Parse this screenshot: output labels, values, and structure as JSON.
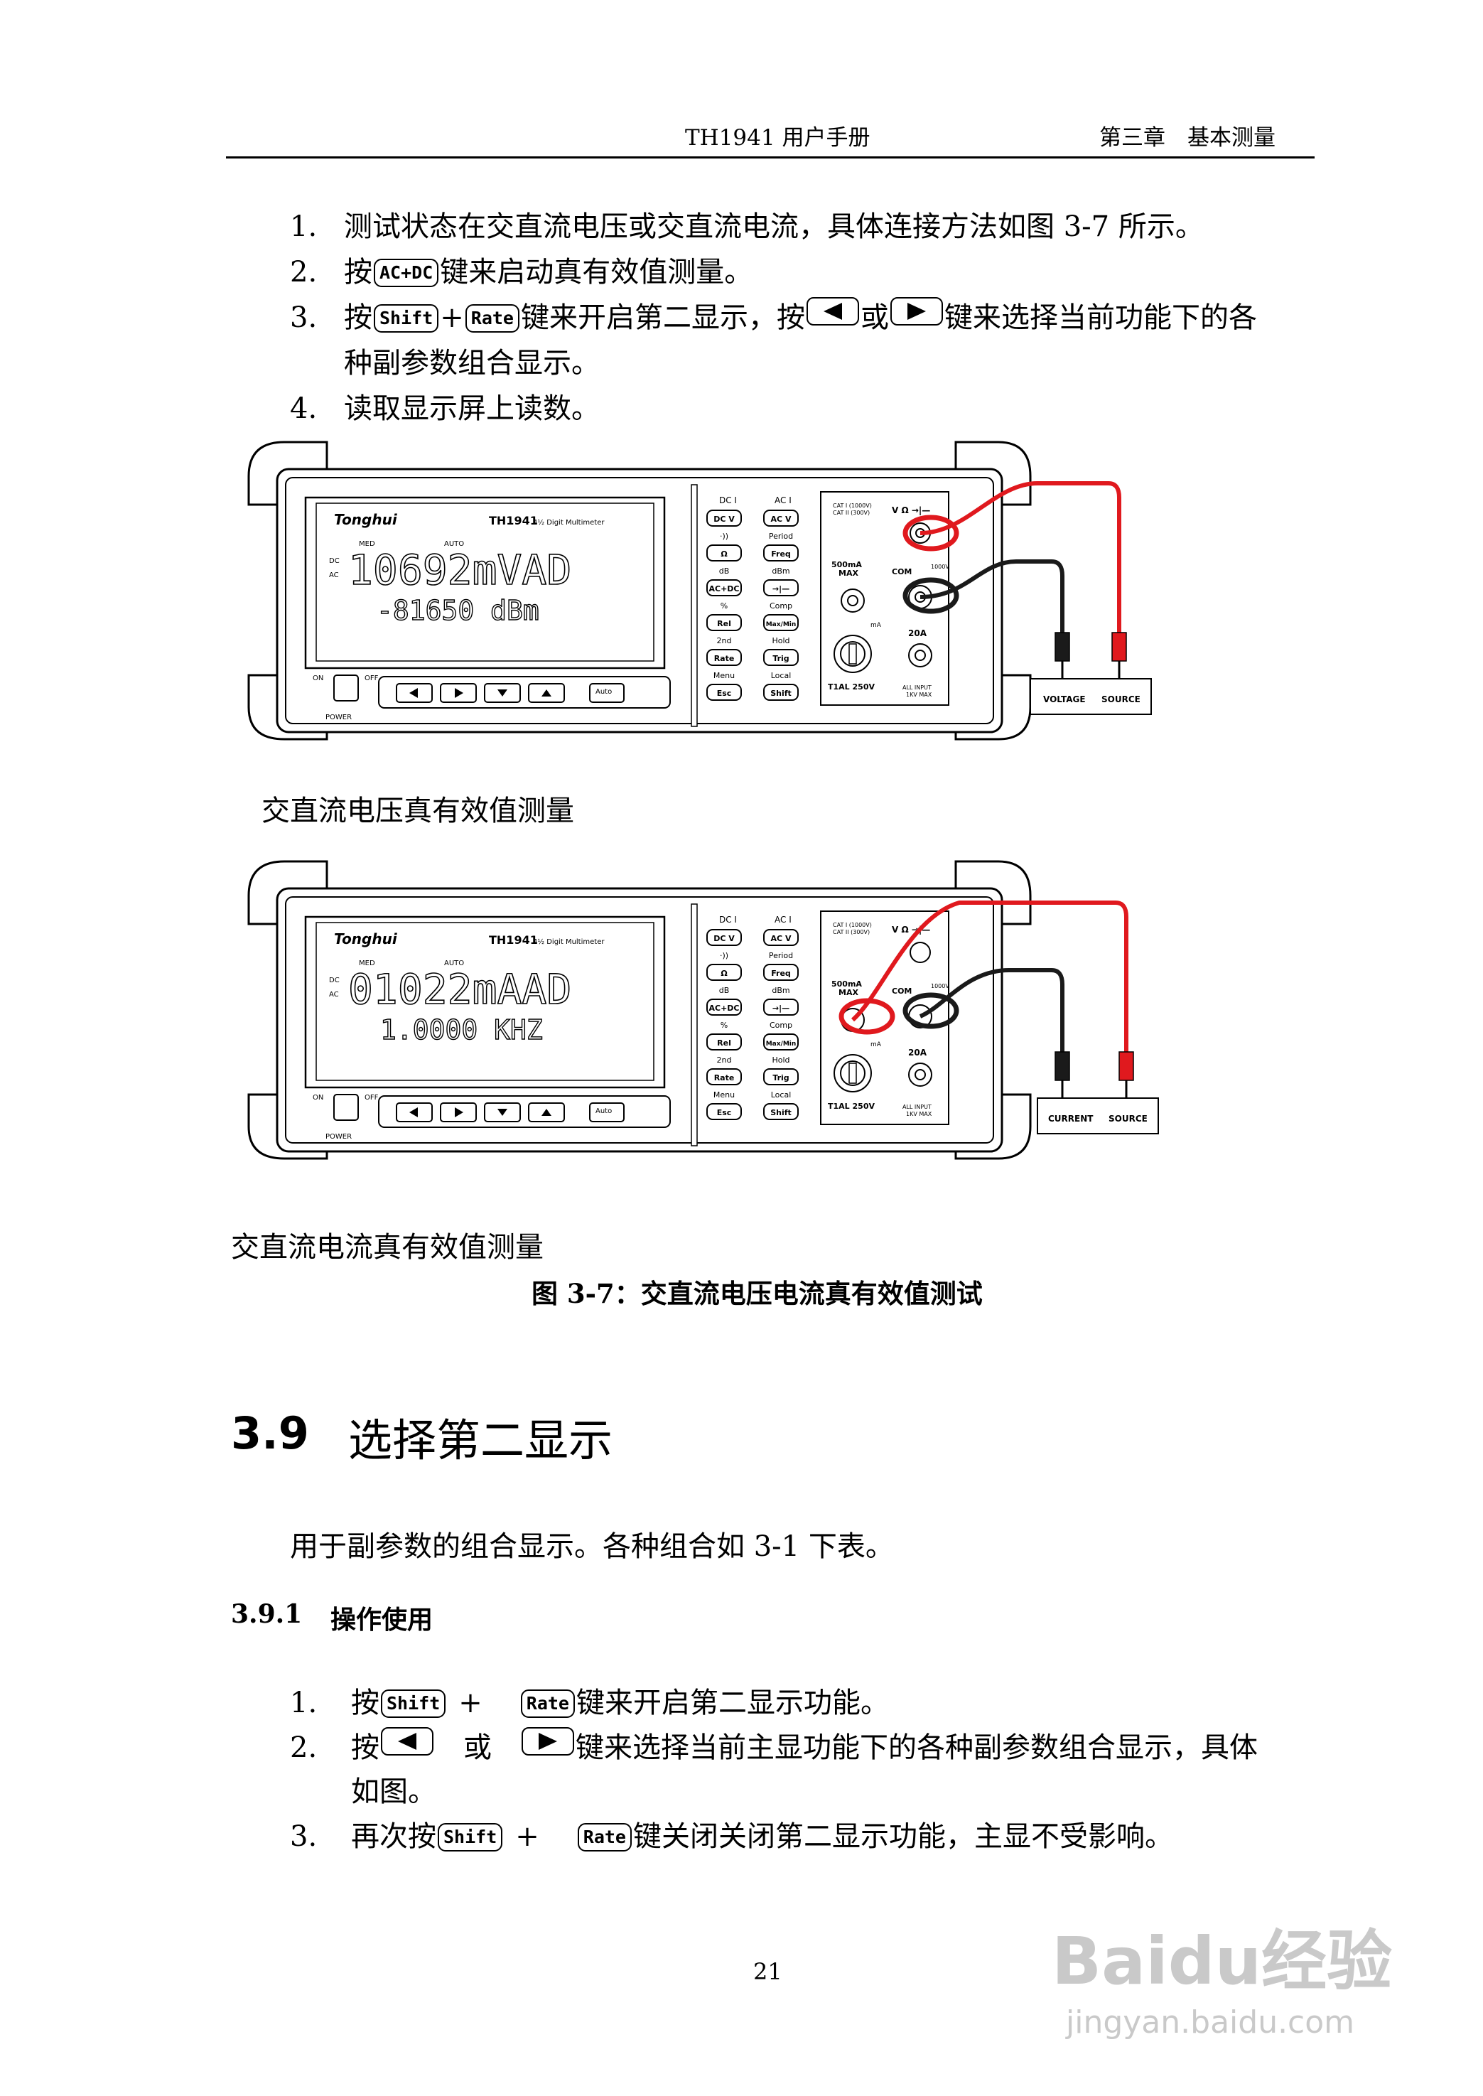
{
  "header": {
    "left": "TH1941 用户手册",
    "right": "第三章　基本测量"
  },
  "steps_top": [
    {
      "num": "1.",
      "text": "测试状态在交直流电压或交直流电流，具体连接方法如图 3-7 所示。"
    },
    {
      "num": "2.",
      "pre": "按",
      "key": "AC+DC",
      "post": "键来启动真有效值测量。"
    },
    {
      "num": "3.",
      "pre": "按",
      "key1": "Shift",
      "plus": "+",
      "key2": "Rate",
      "mid": "键来开启第二显示，按",
      "or": "或",
      "post": "键来选择当前功能下的各",
      "cont": "种副参数组合显示。"
    },
    {
      "num": "4.",
      "text": "读取显示屏上读数。"
    }
  ],
  "figure1": {
    "brand": "Tonghui",
    "model": "TH1941",
    "model_sub": "4½ Digit Multimeter",
    "ann_med": "MED",
    "ann_auto": "AUTO",
    "ann_dc": "DC",
    "ann_ac": "AC",
    "main_reading": "10692mVAD",
    "sub_reading": "-81650 dBm",
    "col1_head": "DC I",
    "col2_head": "AC I",
    "keys_left": [
      "DC V",
      "Ω",
      "AC+DC",
      "Rel",
      "Rate",
      "Esc"
    ],
    "labels_left": [
      "·))",
      "dB",
      "%",
      "2nd",
      "Menu"
    ],
    "keys_right": [
      "AC V",
      "Freq",
      "→|—",
      "Max/Min",
      "Trig",
      "Shift"
    ],
    "labels_right": [
      "Period",
      "dBm",
      "Comp",
      "Hold",
      "Local"
    ],
    "terminal_vohm": "V Ω →|—",
    "terminal_500ma": "500mA",
    "terminal_max": "MAX",
    "terminal_com": "COM",
    "terminal_1000v": "1000V",
    "terminal_ma": "mA",
    "terminal_20a": "20A",
    "fuse": "T1AL 250V",
    "all_input": "ALL INPUT",
    "max_input": "1KV MAX",
    "cat_line1": "CAT I (1000V)",
    "cat_line2": "CAT II (300V)",
    "power_on": "ON",
    "power_off": "OFF",
    "power_label": "POWER",
    "auto_key": "Auto",
    "box_left": "VOLTAGE",
    "box_right": "SOURCE",
    "caption": "交直流电压真有效值测量"
  },
  "figure2": {
    "main_reading": "01022mAAD",
    "sub_reading": "1.0000 KHZ",
    "box_left": "CURRENT",
    "box_right": "SOURCE",
    "caption": "交直流电流真有效值测量"
  },
  "figure_title": "图 3-7：交直流电压电流真有效值测试",
  "section": {
    "number": "3.9",
    "title": "选择第二显示"
  },
  "intro": "用于副参数的组合显示。各种组合如 3-1 下表。",
  "subsection": {
    "number": "3.9.1",
    "title": "操作使用"
  },
  "steps_bottom": [
    {
      "num": "1.",
      "pre": "按",
      "key1": "Shift",
      "plus": "+",
      "key2": "Rate",
      "post": "键来开启第二显示功能。"
    },
    {
      "num": "2.",
      "pre": "按",
      "or": "或",
      "post": "键来选择当前主显功能下的各种副参数组合显示，具体",
      "cont": "如图。"
    },
    {
      "num": "3.",
      "pre": "再次按",
      "key1": "Shift",
      "plus": "+",
      "key2": "Rate",
      "post": "键关闭关闭第二显示功能，主显不受影响。"
    }
  ],
  "page_number": "21",
  "watermark": {
    "brand": "Baidu经验",
    "url": "jingyan.baidu.com"
  },
  "colors": {
    "red_lead": "#e0191e",
    "black_lead": "#1a1a1a"
  }
}
